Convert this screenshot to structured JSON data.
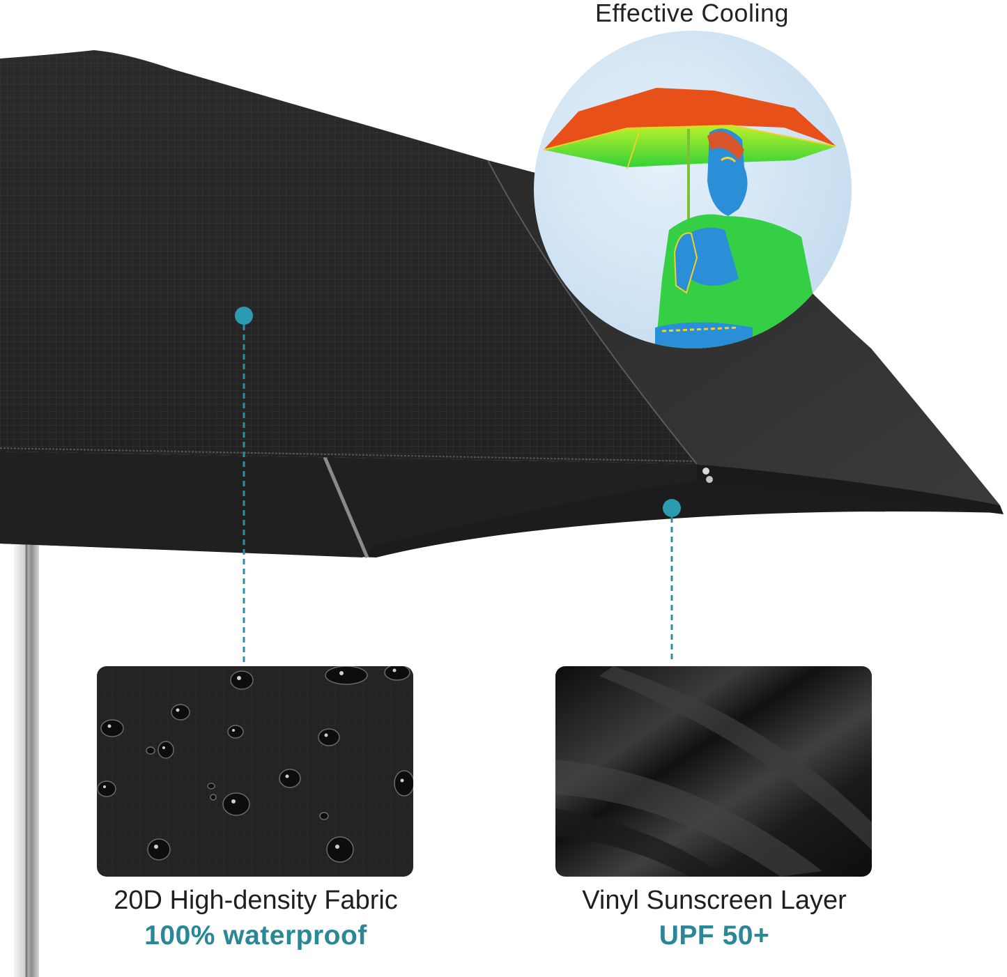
{
  "heading": {
    "title": "Effective Cooling"
  },
  "features": [
    {
      "name": "20D High-density Fabric",
      "highlight": "100% waterproof",
      "icon": "water-droplets-fabric"
    },
    {
      "name": "Vinyl Sunscreen Layer",
      "highlight": "UPF 50+",
      "icon": "vinyl-fabric-fold"
    }
  ],
  "colors": {
    "accent": "#2a8796",
    "marker": "#2b9bb0",
    "text": "#1f1f1f",
    "umbrella": "#262626",
    "thermal_red": "#e8501a",
    "thermal_green": "#3ed63a",
    "thermal_blue": "#2a8fd6",
    "sky": "#cfe3f3"
  }
}
